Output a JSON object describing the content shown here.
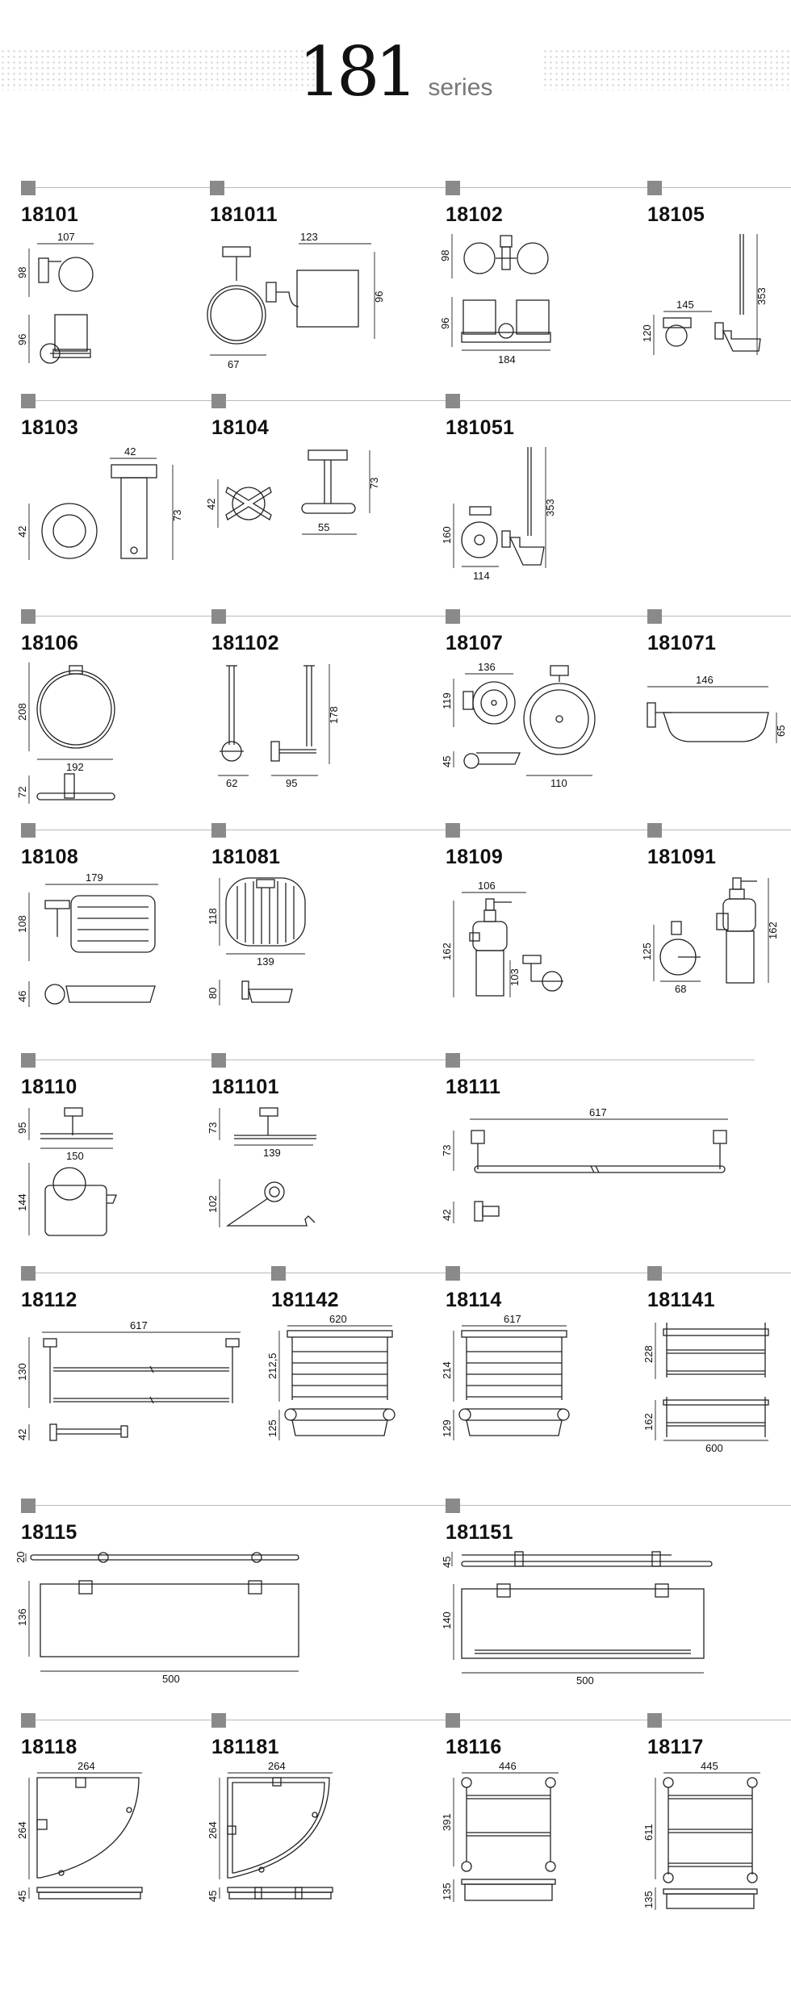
{
  "header": {
    "series_number": "181",
    "series_label": "series"
  },
  "items": [
    {
      "code": "18101",
      "dims": [
        "107",
        "98",
        "96"
      ]
    },
    {
      "code": "181011",
      "dims": [
        "123",
        "96",
        "67"
      ]
    },
    {
      "code": "18102",
      "dims": [
        "98",
        "96",
        "184"
      ]
    },
    {
      "code": "18105",
      "dims": [
        "353",
        "145",
        "120"
      ]
    },
    {
      "code": "18103",
      "dims": [
        "42",
        "42",
        "73"
      ]
    },
    {
      "code": "18104",
      "dims": [
        "42",
        "73",
        "55"
      ]
    },
    {
      "code": "181051",
      "dims": [
        "353",
        "160",
        "114"
      ]
    },
    {
      "code": "18106",
      "dims": [
        "208",
        "192",
        "72"
      ]
    },
    {
      "code": "181102",
      "dims": [
        "178",
        "62",
        "95"
      ]
    },
    {
      "code": "18107",
      "dims": [
        "136",
        "119",
        "45",
        "110"
      ]
    },
    {
      "code": "181071",
      "dims": [
        "146",
        "65"
      ]
    },
    {
      "code": "18108",
      "dims": [
        "179",
        "108",
        "46"
      ]
    },
    {
      "code": "181081",
      "dims": [
        "118",
        "139",
        "80"
      ]
    },
    {
      "code": "18109",
      "dims": [
        "106",
        "162",
        "103"
      ]
    },
    {
      "code": "181091",
      "dims": [
        "125",
        "162",
        "68"
      ]
    },
    {
      "code": "18110",
      "dims": [
        "95",
        "150",
        "144"
      ]
    },
    {
      "code": "181101",
      "dims": [
        "73",
        "139",
        "102"
      ]
    },
    {
      "code": "18111",
      "dims": [
        "617",
        "73",
        "42"
      ]
    },
    {
      "code": "18112",
      "dims": [
        "617",
        "130",
        "42"
      ]
    },
    {
      "code": "181142",
      "dims": [
        "620",
        "212,5",
        "125"
      ]
    },
    {
      "code": "18114",
      "dims": [
        "617",
        "214",
        "129"
      ]
    },
    {
      "code": "181141",
      "dims": [
        "228",
        "162",
        "600"
      ]
    },
    {
      "code": "18115",
      "dims": [
        "20",
        "136",
        "500"
      ]
    },
    {
      "code": "181151",
      "dims": [
        "45",
        "140",
        "500"
      ]
    },
    {
      "code": "18118",
      "dims": [
        "264",
        "264",
        "45"
      ]
    },
    {
      "code": "181181",
      "dims": [
        "264",
        "264",
        "45"
      ]
    },
    {
      "code": "18116",
      "dims": [
        "446",
        "391",
        "135"
      ]
    },
    {
      "code": "18117",
      "dims": [
        "445",
        "611",
        "135"
      ]
    }
  ]
}
